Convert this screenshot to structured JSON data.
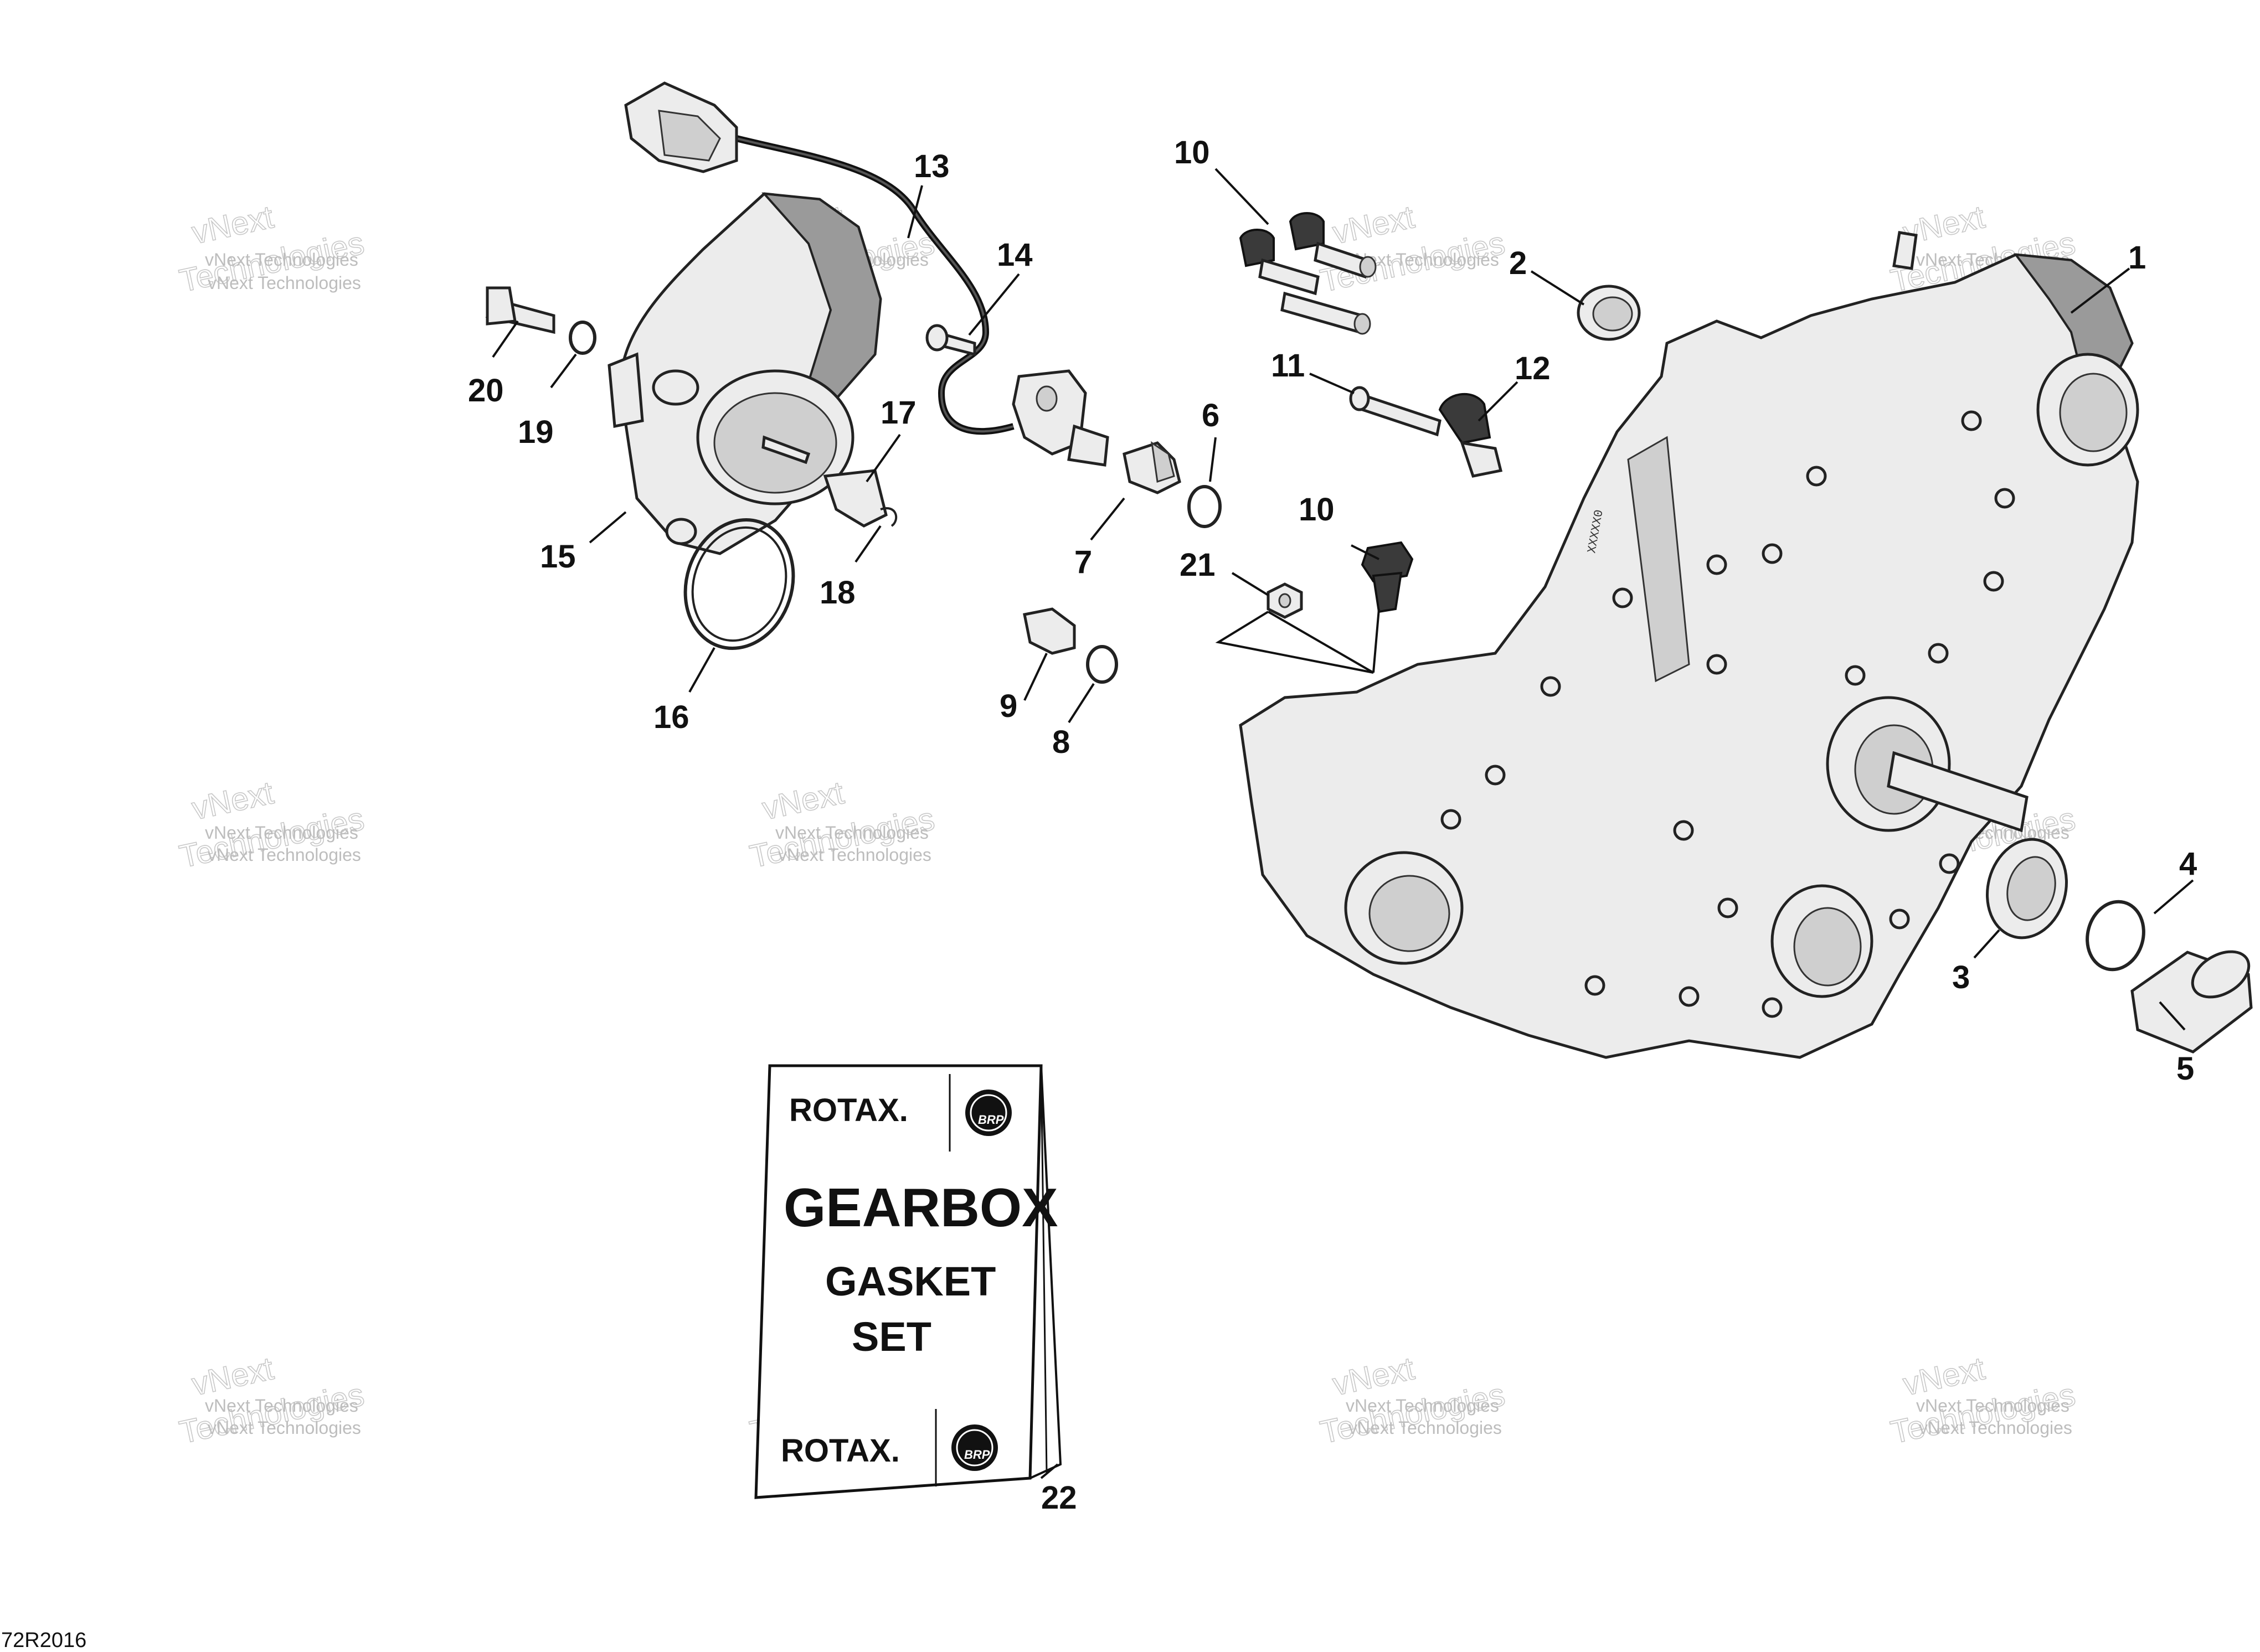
{
  "callouts": [
    "1",
    "2",
    "3",
    "4",
    "5",
    "6",
    "7",
    "8",
    "9",
    "10",
    "10",
    "11",
    "12",
    "13",
    "14",
    "15",
    "16",
    "17",
    "18",
    "19",
    "20",
    "21",
    "22"
  ],
  "kit": {
    "brand_top": "ROTAX.",
    "title": "GEARBOX",
    "line2": "GASKET",
    "line3": "SET",
    "brand_bottom": "ROTAX.",
    "badge": "BRP"
  },
  "watermark": {
    "small": "vNext Technologies",
    "big_top": "vNext",
    "big_bottom": "Technologies"
  },
  "footer_code": "72R2016",
  "engraving": "XXXXX0"
}
